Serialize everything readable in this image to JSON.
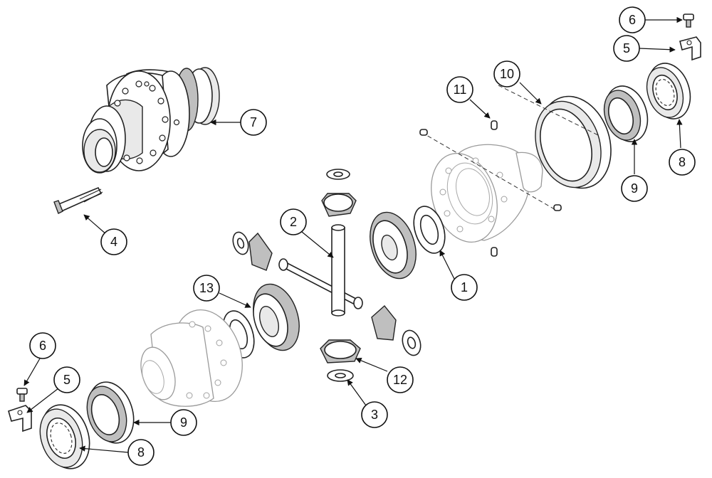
{
  "callouts": [
    {
      "id": "c1",
      "label": "1"
    },
    {
      "id": "c2",
      "label": "2"
    },
    {
      "id": "c3",
      "label": "3"
    },
    {
      "id": "c4",
      "label": "4"
    },
    {
      "id": "c5a",
      "label": "5"
    },
    {
      "id": "c5b",
      "label": "5"
    },
    {
      "id": "c6a",
      "label": "6"
    },
    {
      "id": "c6b",
      "label": "6"
    },
    {
      "id": "c7",
      "label": "7"
    },
    {
      "id": "c8a",
      "label": "8"
    },
    {
      "id": "c8b",
      "label": "8"
    },
    {
      "id": "c9a",
      "label": "9"
    },
    {
      "id": "c9b",
      "label": "9"
    },
    {
      "id": "c10",
      "label": "10"
    },
    {
      "id": "c11",
      "label": "11"
    },
    {
      "id": "c12",
      "label": "12"
    },
    {
      "id": "c13",
      "label": "13"
    }
  ]
}
